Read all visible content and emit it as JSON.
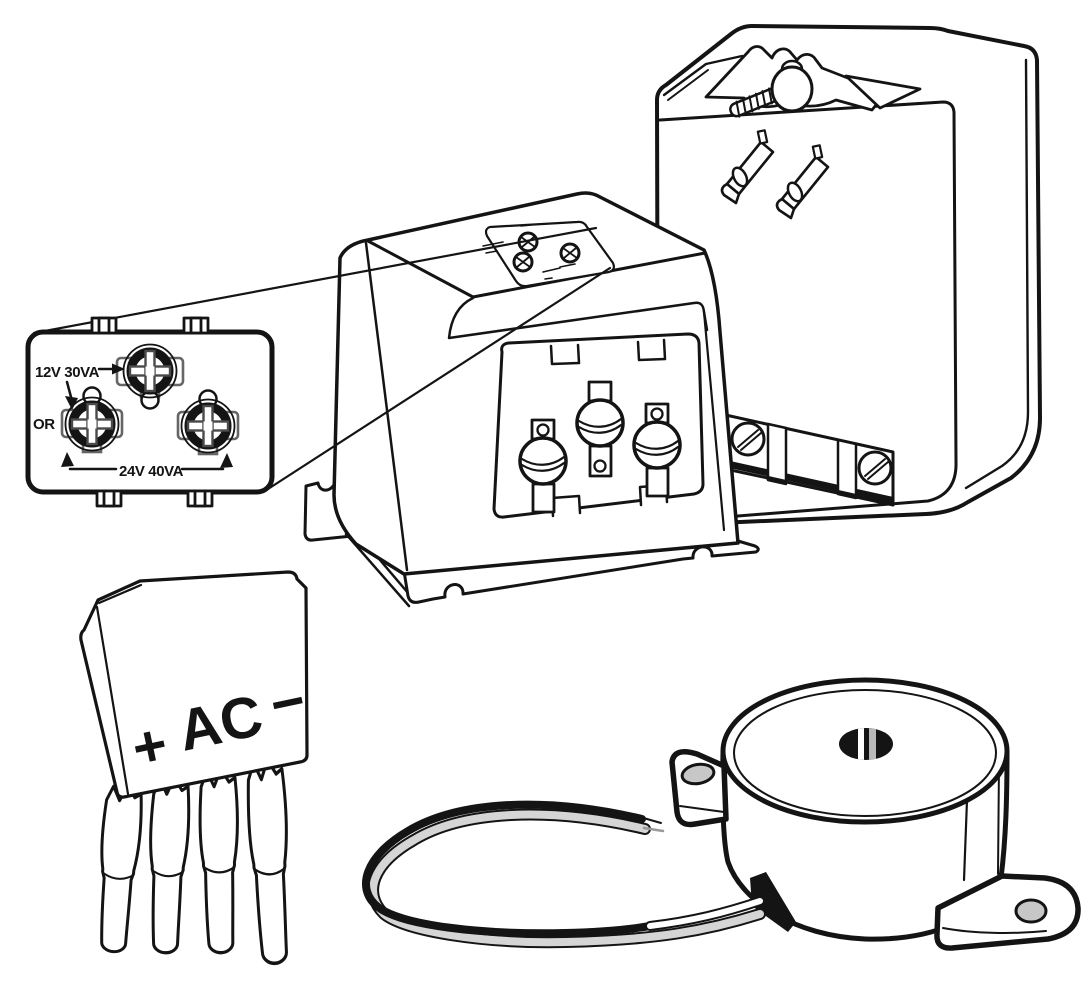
{
  "figure": {
    "background": "#ffffff",
    "line_color": "#141414",
    "wire_gray": "#d5d5d5",
    "hole_gray": "#c7c7c7",
    "screw_bracket_gray": "#666666"
  },
  "terminal_detail": {
    "label_top_terminal": "12V 30VA",
    "label_or": "OR",
    "label_bottom_terminals": "24V 40VA"
  },
  "rectifier": {
    "label_positive": "+",
    "label_ac": "AC",
    "label_negative": "−"
  },
  "components": {
    "plug_in_transformer": "plug-in-transformer",
    "chime_transformer": "chime-transformer",
    "terminal_detail_callout": "terminal-detail-callout",
    "rectifier": "ac-rectifier",
    "buzzer": "buzzer-with-wire-leads"
  }
}
